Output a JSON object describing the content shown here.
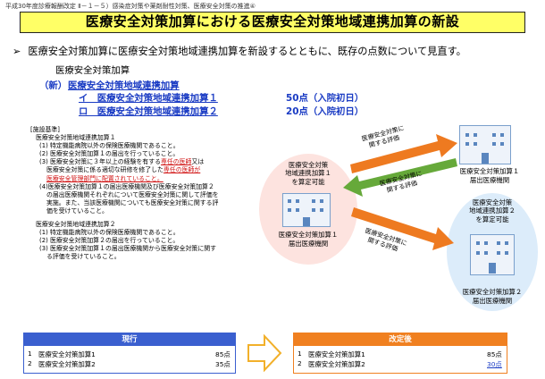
{
  "header": "平成30年度診療報酬改定 Ⅱ－１－５）感染症対策や薬剤耐性対策、医療安全対策の推進④",
  "title": "医療安全対策加算における医療安全対策地域連携加算の新設",
  "bullet_mark": "➢",
  "bullet_text": "医療安全対策加算に医療安全対策地域連携加算を新設するとともに、既存の点数について見直す。",
  "addon_heading": "医療安全対策加算",
  "new_label": "（新）",
  "new_heading": "医療安全対策地域連携加算",
  "new_items": [
    {
      "label": "イ　医療安全対策地域連携加算１",
      "points": "50点（入院初日）"
    },
    {
      "label": "ロ　医療安全対策地域連携加算２",
      "points": "20点（入院初日）"
    }
  ],
  "criteria": {
    "heading": "[施設基準]",
    "sec1_title": "医療安全対策地域連携加算１",
    "sec1_lines": [
      "(1)  特定機能病院以外の保険医療機関であること。",
      "(2)  医療安全対策加算１の届出を行っていること。"
    ],
    "sec1_item3_a": "(3)  医療安全対策に３年以上の経験を有する",
    "sec1_item3_red1": "専任の医師",
    "sec1_item3_b": "又は",
    "sec1_item3_c": "医療安全対策に係る適切な研修を修了した",
    "sec1_item3_red2": "専任の医師が",
    "sec1_item3_red3": "医療安全管理部門に配置されていること。",
    "sec1_item4": [
      "(4)医療安全対策加算１の届出医療機関及び医療安全対策加算２",
      "の届出医療機関それぞれについて医療安全対策に関して評価を",
      "実施。また、当該医療機関についても医療安全対策に関する評",
      "価を受けていること。"
    ],
    "sec2_title": "医療安全対策地域連携加算２",
    "sec2_lines": [
      "(1)  特定機能病院以外の保険医療機関であること。",
      "(2)  医療安全対策加算２の届出を行っていること。",
      "(3)  医療安全対策加算１の届出医療機関から医療安全対策に関す",
      "る評価を受けていること。"
    ]
  },
  "diagram": {
    "left_bubble": [
      "医療安全対策",
      "地域連携加算１",
      "を算定可能"
    ],
    "left_caption": [
      "医療安全対策加算１",
      "届出医療機関"
    ],
    "top_right_caption": [
      "医療安全対策加算１",
      "届出医療機関"
    ],
    "right_bubble": [
      "医療安全対策",
      "地域連携加算２",
      "を算定可能"
    ],
    "right_caption": [
      "医療安全対策加算２",
      "届出医療機関"
    ],
    "arrow_top_label": [
      "医療安全対策に",
      "関する評価"
    ],
    "arrow_mid_label": [
      "医療安全対策に",
      "関する評価"
    ],
    "arrow_bot_label": [
      "医療安全対策に",
      "関する評価"
    ]
  },
  "current": {
    "header": "現行",
    "rows": [
      {
        "no": "1",
        "name": "医療安全対策加算1",
        "pts": "85点"
      },
      {
        "no": "2",
        "name": "医療安全対策加算2",
        "pts": "35点"
      }
    ]
  },
  "revised": {
    "header": "改定後",
    "rows": [
      {
        "no": "1",
        "name": "医療安全対策加算1",
        "pts": "85点"
      },
      {
        "no": "2",
        "name": "医療安全対策加算2",
        "pts": "30点"
      }
    ]
  },
  "colors": {
    "title_bg": "#ffff66",
    "blue_text": "#1b3cc4",
    "current_header": "#3a5fcf",
    "revised_header": "#f08020",
    "arrow_orange": "#ee7a20",
    "arrow_green": "#66a93a",
    "bubble_pink": "#fde3df",
    "bubble_blue": "#dcecfa"
  }
}
